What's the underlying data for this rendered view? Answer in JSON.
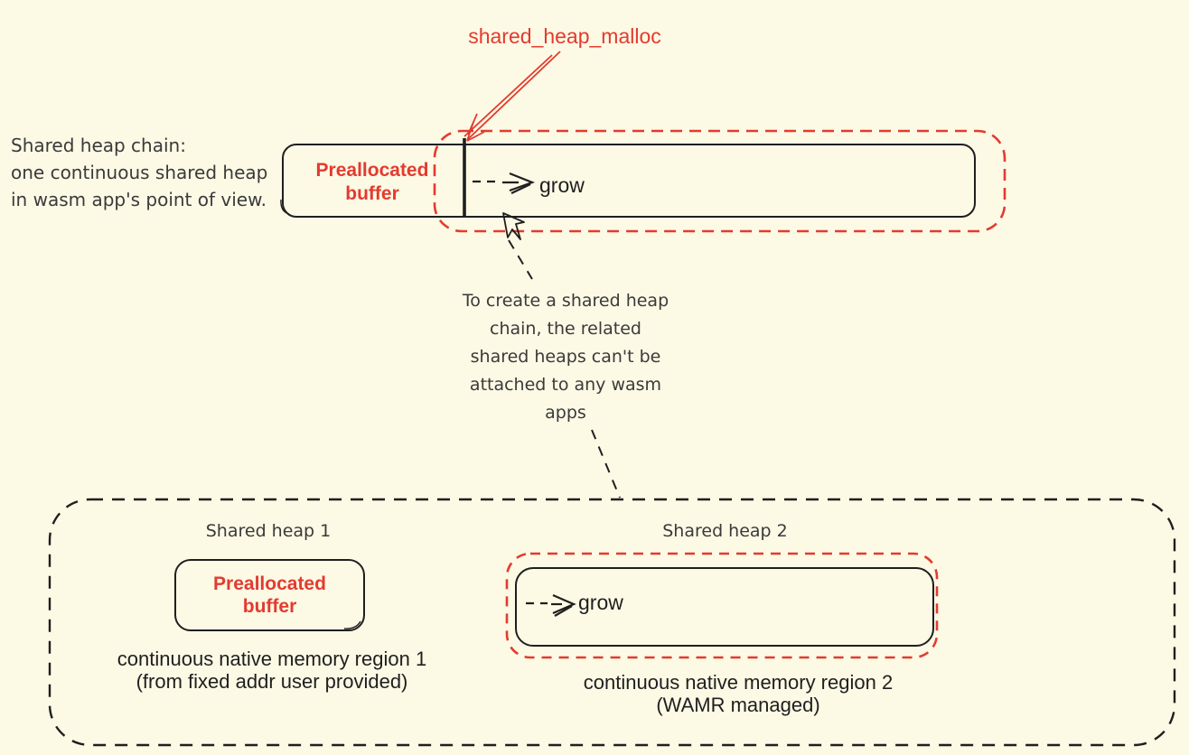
{
  "colors": {
    "background": "#fcf9e5",
    "red": "#e33b2f",
    "ink": "#3a3a3a",
    "ink-dark": "#1f1f1f"
  },
  "top": {
    "malloc_label": "shared_heap_malloc",
    "caption": [
      "Shared heap chain:",
      "one continuous shared heap",
      "in wasm app's point of view."
    ],
    "prealloc": [
      "Preallocated",
      "buffer"
    ],
    "grow_label": "grow"
  },
  "note": [
    "To create a shared heap",
    "chain, the related",
    "shared heaps can't be",
    "attached to any wasm",
    "apps"
  ],
  "heap1": {
    "title": "Shared heap 1",
    "box": [
      "Preallocated",
      "buffer"
    ],
    "caption": [
      "continuous native memory region 1",
      "(from fixed addr user provided)"
    ]
  },
  "heap2": {
    "title": "Shared heap 2",
    "grow_label": "grow",
    "caption": [
      "continuous native memory region 2",
      "(WAMR managed)"
    ]
  }
}
